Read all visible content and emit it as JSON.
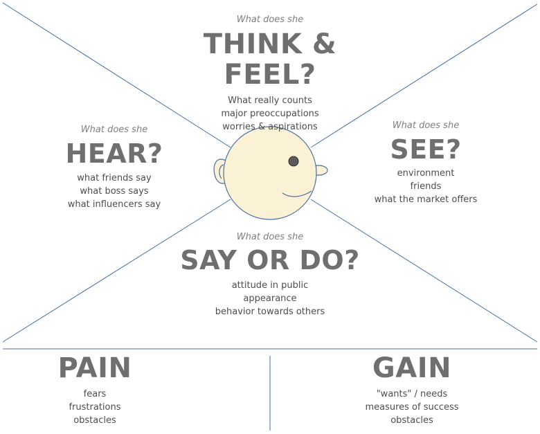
{
  "colors": {
    "line": "#3f6fa6",
    "face_fill": "#fbf2d5",
    "face_stroke": "#4a6fa5",
    "heading_text": "#6f6f6f",
    "prompt_text": "#7f7f7f",
    "item_text": "#4d4d4d"
  },
  "face": {
    "icon": "person-head-icon"
  },
  "sections": {
    "think": {
      "prompt": "What does she",
      "heading": "THINK & FEEL?",
      "items": [
        "What really counts",
        "major preoccupations",
        "worries & aspirations"
      ]
    },
    "hear": {
      "prompt": "What does she",
      "heading": "HEAR?",
      "items": [
        "what friends say",
        "what boss says",
        "what influencers say"
      ]
    },
    "see": {
      "prompt": "What does she",
      "heading": "SEE?",
      "items": [
        "environment",
        "friends",
        "what the market offers"
      ]
    },
    "say": {
      "prompt": "What does she",
      "heading": "SAY OR DO?",
      "items": [
        "attitude in public",
        "appearance",
        "behavior towards others"
      ]
    },
    "pain": {
      "heading": "PAIN",
      "items": [
        "fears",
        "frustrations",
        "obstacles"
      ]
    },
    "gain": {
      "heading": "GAIN",
      "items": [
        "\"wants\" / needs",
        "measures of success",
        "obstacles"
      ]
    }
  }
}
